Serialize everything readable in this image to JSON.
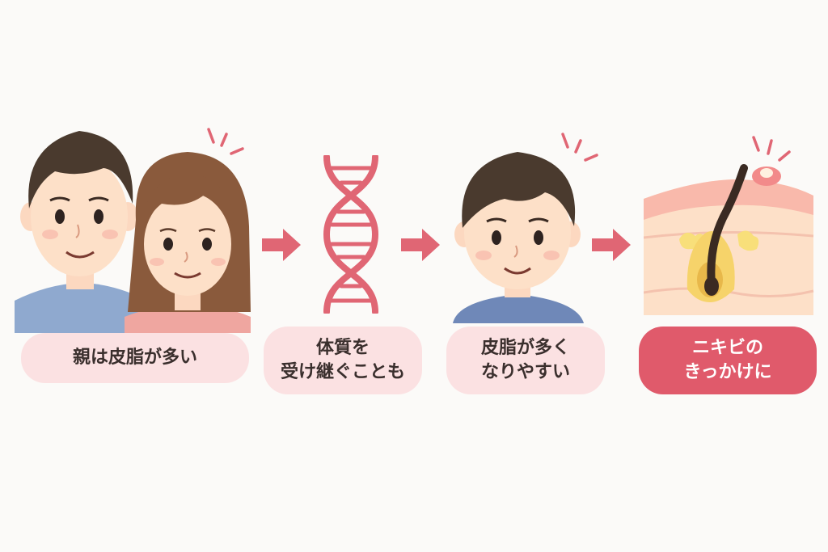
{
  "steps": [
    {
      "lines": [
        "親は皮脂が多い"
      ]
    },
    {
      "lines": [
        "体質を",
        "受け継ぐことも"
      ]
    },
    {
      "lines": [
        "皮脂が多く",
        "なりやすい"
      ]
    },
    {
      "lines": [
        "ニキビの",
        "きっかけに"
      ]
    }
  ],
  "colors": {
    "accent": "#e05a6b",
    "label_bg": "#fbe1e2",
    "arrow": "#e06674",
    "dna": "#e06674",
    "skin": "#fde0c8",
    "hair_dark": "#4a3a2e",
    "hair_brown": "#8a5a3c",
    "shirt_blue": "#8fa9cf",
    "shirt_pink": "#efa6a0"
  },
  "icons": [
    "parents-illustration",
    "dna-icon",
    "child-illustration",
    "acne-skin-illustration"
  ]
}
